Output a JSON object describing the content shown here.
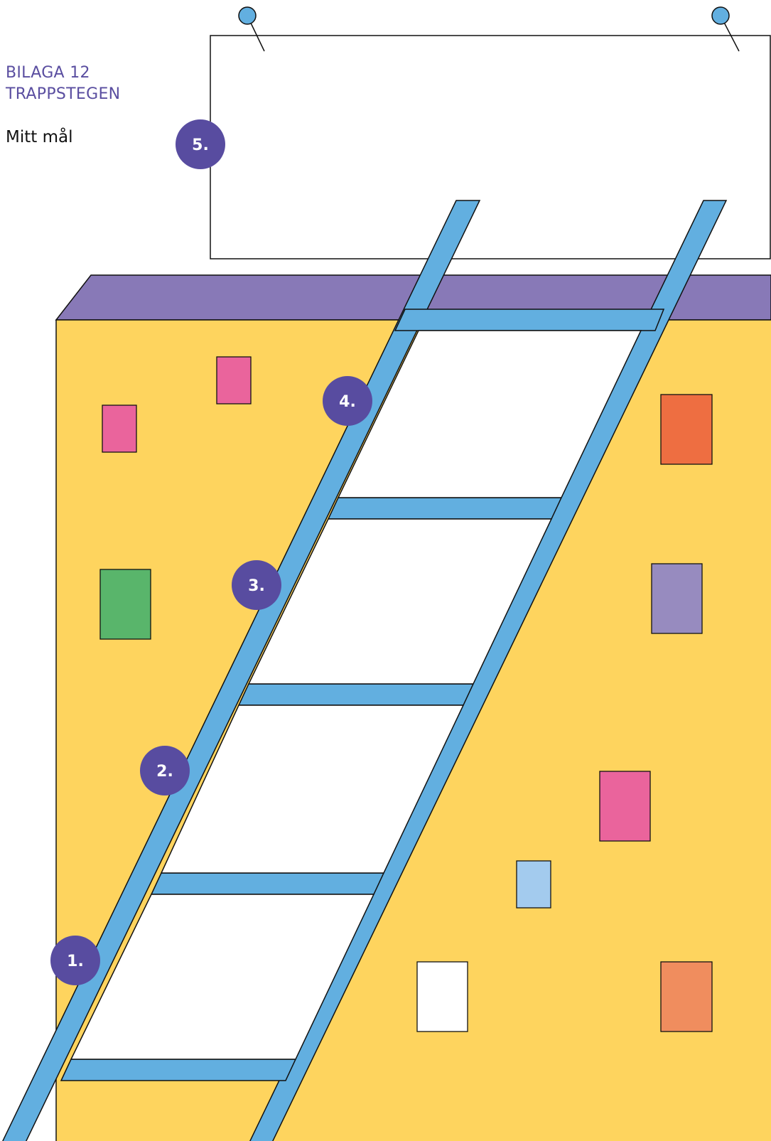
{
  "header": {
    "line1": "BILAGA 12",
    "line2": "TRAPPSTEGEN"
  },
  "goal_label": "Mitt mål",
  "colors": {
    "accent_purple": "#584ca0",
    "roof": "#8879b7",
    "building": "#fed45e",
    "ladder": "#62afe0",
    "pin": "#62afe0",
    "window_pink": "#ea649c",
    "window_orange": "#ee6e41",
    "window_green": "#59b56b",
    "window_lavender": "#978bbf",
    "window_lightblue": "#a3cbee",
    "window_white": "#ffffff",
    "window_salmon": "#f08d5e"
  },
  "steps": [
    {
      "label": "1."
    },
    {
      "label": "2."
    },
    {
      "label": "3."
    },
    {
      "label": "4."
    },
    {
      "label": "5."
    }
  ]
}
